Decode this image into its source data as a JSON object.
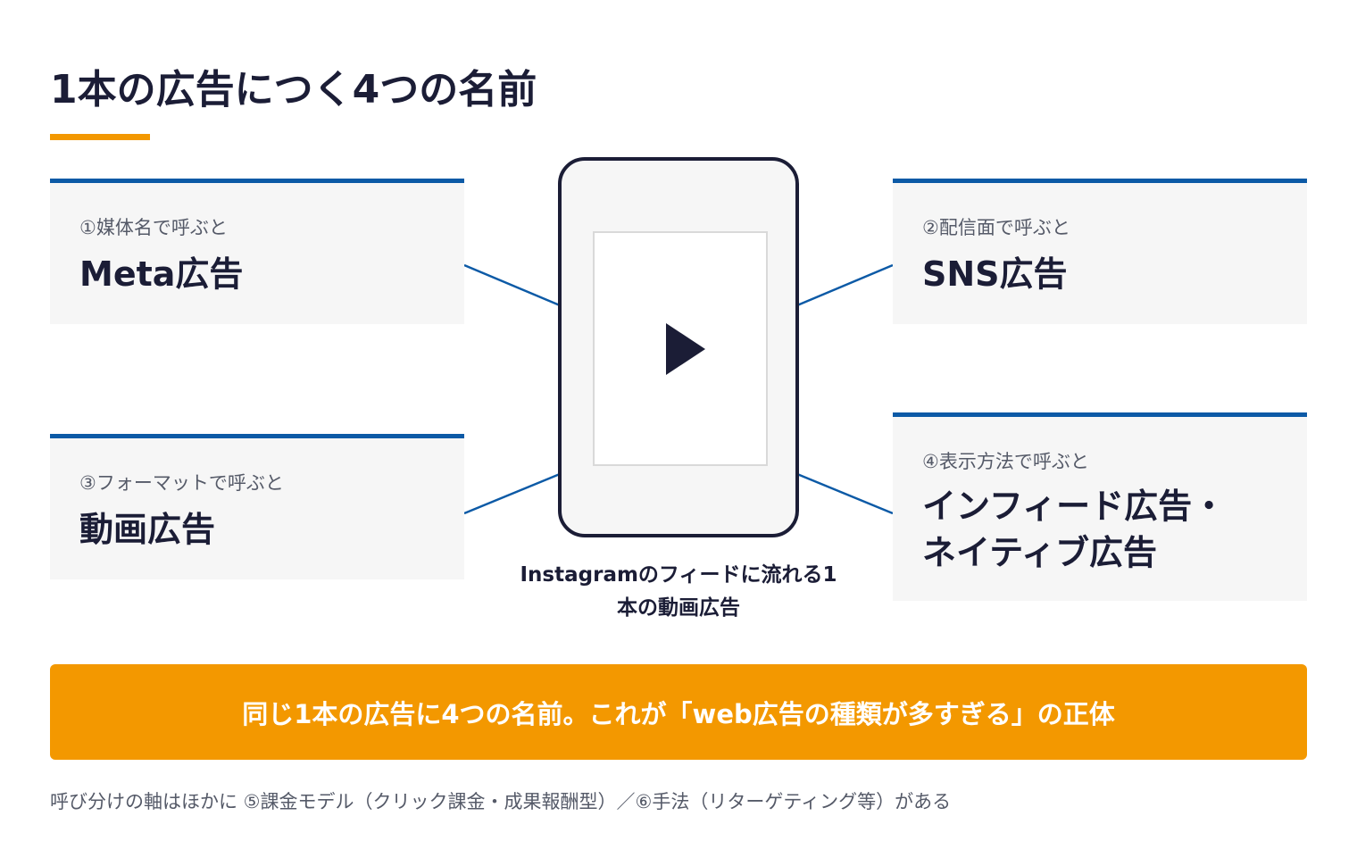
{
  "title": "1本の広告につく4つの名前",
  "cards": [
    {
      "label": "①媒体名で呼ぶと",
      "value_lines": [
        "Meta広告"
      ]
    },
    {
      "label": "②配信面で呼ぶと",
      "value_lines": [
        "SNS広告"
      ]
    },
    {
      "label": "③フォーマットで呼ぶと",
      "value_lines": [
        "動画広告"
      ]
    },
    {
      "label": "④表示方法で呼ぶと",
      "value_lines": [
        "インフィード広告・",
        "ネイティブ広告"
      ]
    }
  ],
  "center": {
    "icon": "play-icon",
    "caption_lines": [
      "Instagramのフィードに流れる1",
      "本の動画広告"
    ]
  },
  "banner": {
    "text": "同じ1本の広告に4つの名前。これが「web広告の種類が多すぎる」の正体"
  },
  "footnote": "呼び分けの軸はほかに ⑤課金モデル（クリック課金・成果報酬型）／⑥手法（リターゲティング等）がある",
  "colors": {
    "accent_orange": "#f39800",
    "accent_blue": "#0c5aa6",
    "text_dark": "#1b1d36",
    "card_bg": "#f6f6f6"
  }
}
